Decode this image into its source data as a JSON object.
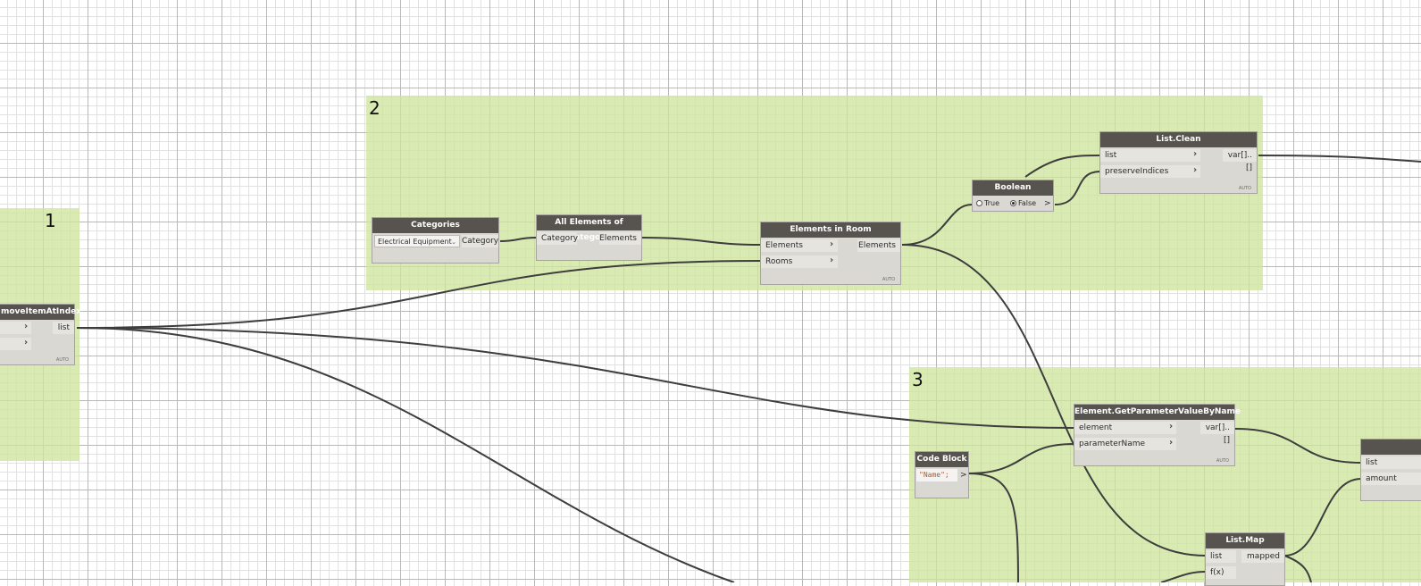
{
  "groups": [
    {
      "label": "1"
    },
    {
      "label": "2"
    },
    {
      "label": "3"
    }
  ],
  "nodes": {
    "remove_item": {
      "title": "moveItemAtIndex",
      "out_list": "list",
      "badge": "AUTO"
    },
    "categories": {
      "title": "Categories",
      "dropdown_value": "Electrical Equipment",
      "out": "Category"
    },
    "all_elements": {
      "title": "All Elements of Category",
      "in": "Category",
      "out": "Elements"
    },
    "elements_in_room": {
      "title": "Elements in Room",
      "in_elements": "Elements",
      "in_rooms": "Rooms",
      "out": "Elements",
      "badge": "AUTO"
    },
    "boolean": {
      "title": "Boolean",
      "true_label": "True",
      "false_label": "False",
      "out": ">"
    },
    "list_clean": {
      "title": "List.Clean",
      "in_list": "list",
      "in_preserve": "preserveIndices",
      "out": "var[]..[]",
      "badge": "AUTO"
    },
    "get_param": {
      "title": "Element.GetParameterValueByName",
      "in_element": "element",
      "in_param": "parameterName",
      "out": "var[]..[]",
      "badge": "AUTO"
    },
    "code_block": {
      "title": "Code Block",
      "code": "\"Name\";",
      "out": ">"
    },
    "list_map": {
      "title": "List.Map",
      "in_list": "list",
      "in_f": "f(x)",
      "out": "mapped"
    },
    "partial": {
      "in_list": "list",
      "in_amount": "amount"
    }
  }
}
